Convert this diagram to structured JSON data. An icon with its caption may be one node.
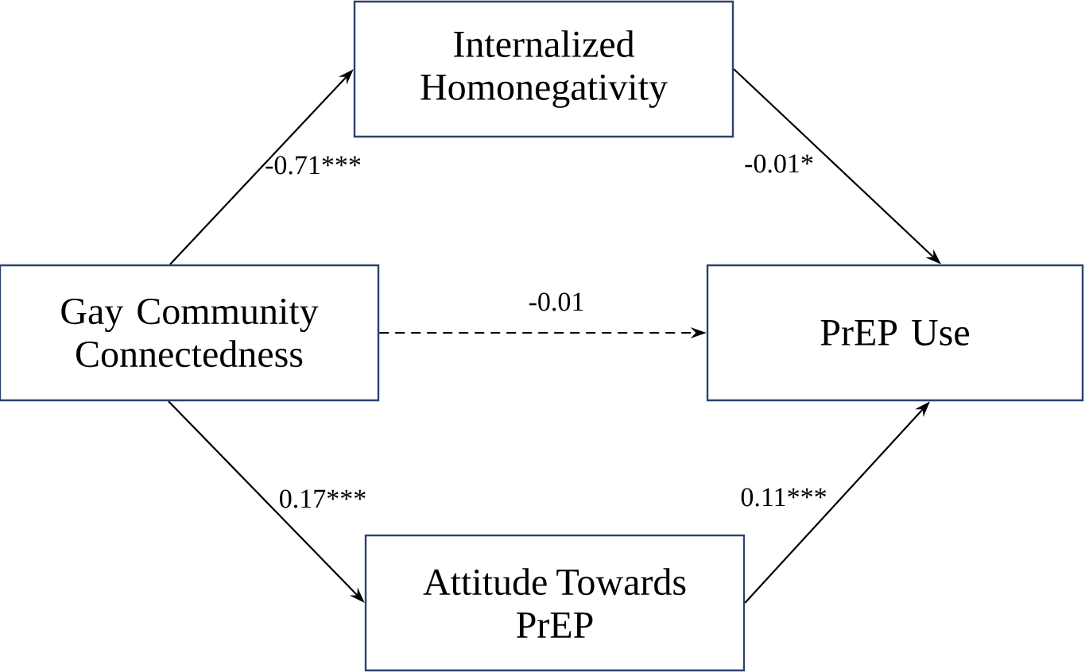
{
  "diagram": {
    "nodes": [
      {
        "text": [
          "Internalized Homonegativity"
        ]
      },
      {
        "text": [
          "Gay Community Connectedness"
        ]
      },
      {
        "text": [
          "PrEP Use"
        ]
      },
      {
        "text": [
          "Attitude Towards PrEP"
        ]
      }
    ],
    "edges": [
      {
        "from": 1,
        "to": 0,
        "arrow": "to",
        "label": "-0.71***"
      },
      {
        "from": 0,
        "to": 2,
        "arrow": "to",
        "label": "-0.01*"
      },
      {
        "from": 1,
        "to": 2,
        "arrow": "to",
        "label": "-0.01",
        "style": "dashed"
      },
      {
        "from": 1,
        "to": 3,
        "arrow": "to",
        "label": "0.17***"
      },
      {
        "from": 3,
        "to": 2,
        "arrow": "to",
        "label": "0.11***"
      }
    ]
  }
}
